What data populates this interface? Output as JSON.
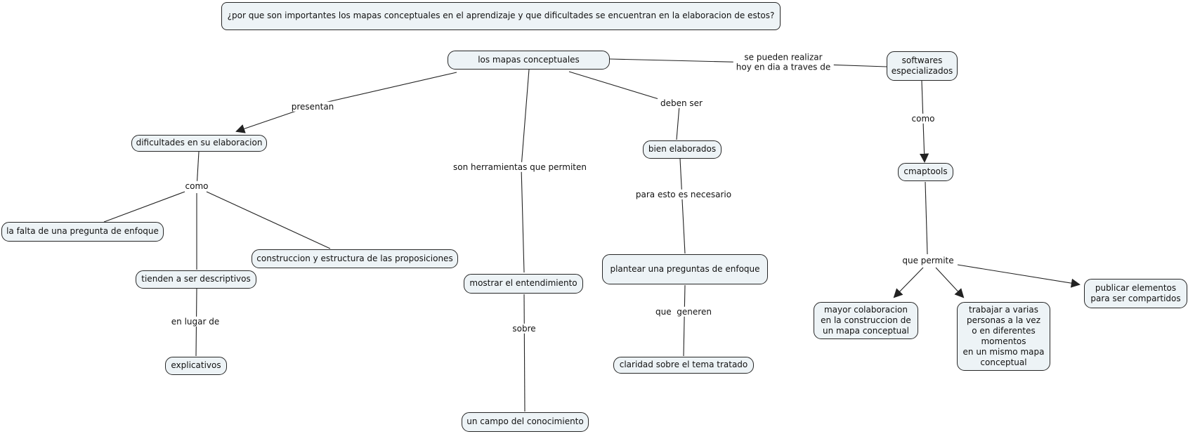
{
  "question": {
    "label": "¿por que son importantes los mapas conceptuales en el aprendizaje y que dificultades se encuentran en la elaboracion de estos?"
  },
  "nodes": {
    "mapas": {
      "label": "los mapas conceptuales"
    },
    "dificultades": {
      "label": "dificultades en su elaboracion"
    },
    "falta": {
      "label": "la falta de una pregunta de enfoque"
    },
    "construccion": {
      "label": "construccion y estructura de las proposiciones"
    },
    "tienden": {
      "label": "tienden a ser descriptivos"
    },
    "explicativos": {
      "label": "explicativos"
    },
    "mostrar": {
      "label": "mostrar el entendimiento"
    },
    "campo": {
      "label": "un campo del conocimiento"
    },
    "bien": {
      "label": "bien elaborados"
    },
    "plantear": {
      "label": "plantear una preguntas de enfoque"
    },
    "claridad": {
      "label": "claridad sobre el tema tratado"
    },
    "softwares": {
      "label": "softwares\nespecializados"
    },
    "cmaptools": {
      "label": "cmaptools"
    },
    "mayor": {
      "label": "mayor colaboracion\nen la construccion de\nun mapa conceptual"
    },
    "trabajar": {
      "label": "trabajar a varias\npersonas a la vez\no en diferentes\nmomentos\nen un mismo mapa\nconceptual"
    },
    "publicar": {
      "label": "publicar elementos\npara ser compartidos"
    }
  },
  "links": {
    "presentan": {
      "label": "presentan"
    },
    "herramientas": {
      "label": "son herramientas que permiten"
    },
    "deben": {
      "label": "deben ser"
    },
    "realizar": {
      "label": "se pueden realizar\nhoy en dia a traves de"
    },
    "como_left": {
      "label": "como"
    },
    "como_right": {
      "label": "como"
    },
    "que_permite": {
      "label": "que permite"
    },
    "en_lugar": {
      "label": "en lugar de"
    },
    "necesario": {
      "label": "para esto es necesario"
    },
    "generen": {
      "label": "que  generen"
    },
    "sobre": {
      "label": "sobre"
    }
  },
  "colors": {
    "background": "#ffffff",
    "node_fill": "#edf3f6",
    "node_border": "#262626",
    "line": "#222222",
    "text": "#111111"
  }
}
